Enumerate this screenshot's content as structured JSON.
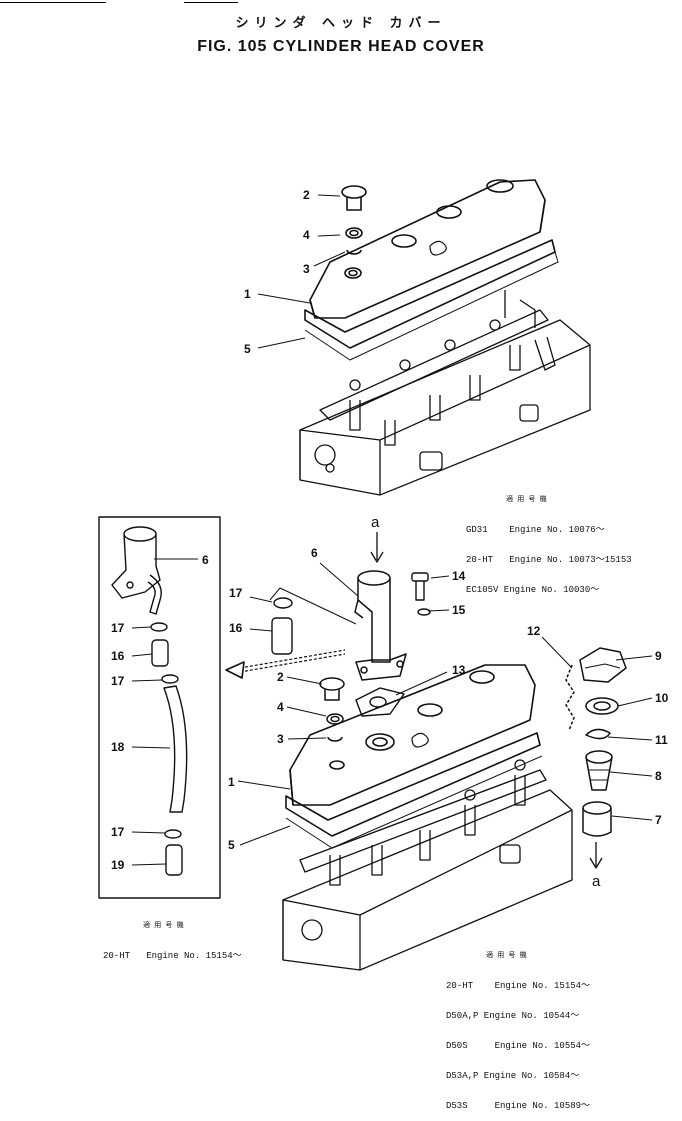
{
  "header": {
    "japanese_title": "シリンダ ヘッド カバー",
    "figure_title": "FIG. 105  CYLINDER  HEAD  COVER"
  },
  "callouts": {
    "top": [
      "2",
      "4",
      "3",
      "1",
      "5"
    ],
    "inset": [
      "6",
      "17",
      "16",
      "17",
      "18",
      "17",
      "19"
    ],
    "lower_left": [
      "6",
      "17",
      "16",
      "2",
      "4",
      "3",
      "1",
      "5"
    ],
    "lower_right": [
      "14",
      "15",
      "13",
      "12",
      "9",
      "10",
      "11",
      "8",
      "7"
    ],
    "arrow_a_top": "a",
    "arrow_a_bottom": "a"
  },
  "notes": {
    "top_right": {
      "header": "適 用 号 機",
      "lines": [
        "GD31    Engine No. 10076～",
        "20-HT   Engine No. 10073～15153",
        "EC105V Engine No. 10030～"
      ]
    },
    "inset": {
      "header": "適 用 号 機",
      "lines": [
        "20-HT   Engine No. 15154～"
      ]
    },
    "bottom_right": {
      "header": "適 用 号 機",
      "lines": [
        "20-HT    Engine No. 15154～",
        "D50A,P Engine No. 10544～",
        "D50S     Engine No. 10554～",
        "D53A,P Engine No. 10584～",
        "D53S     Engine No. 10589～"
      ]
    }
  }
}
